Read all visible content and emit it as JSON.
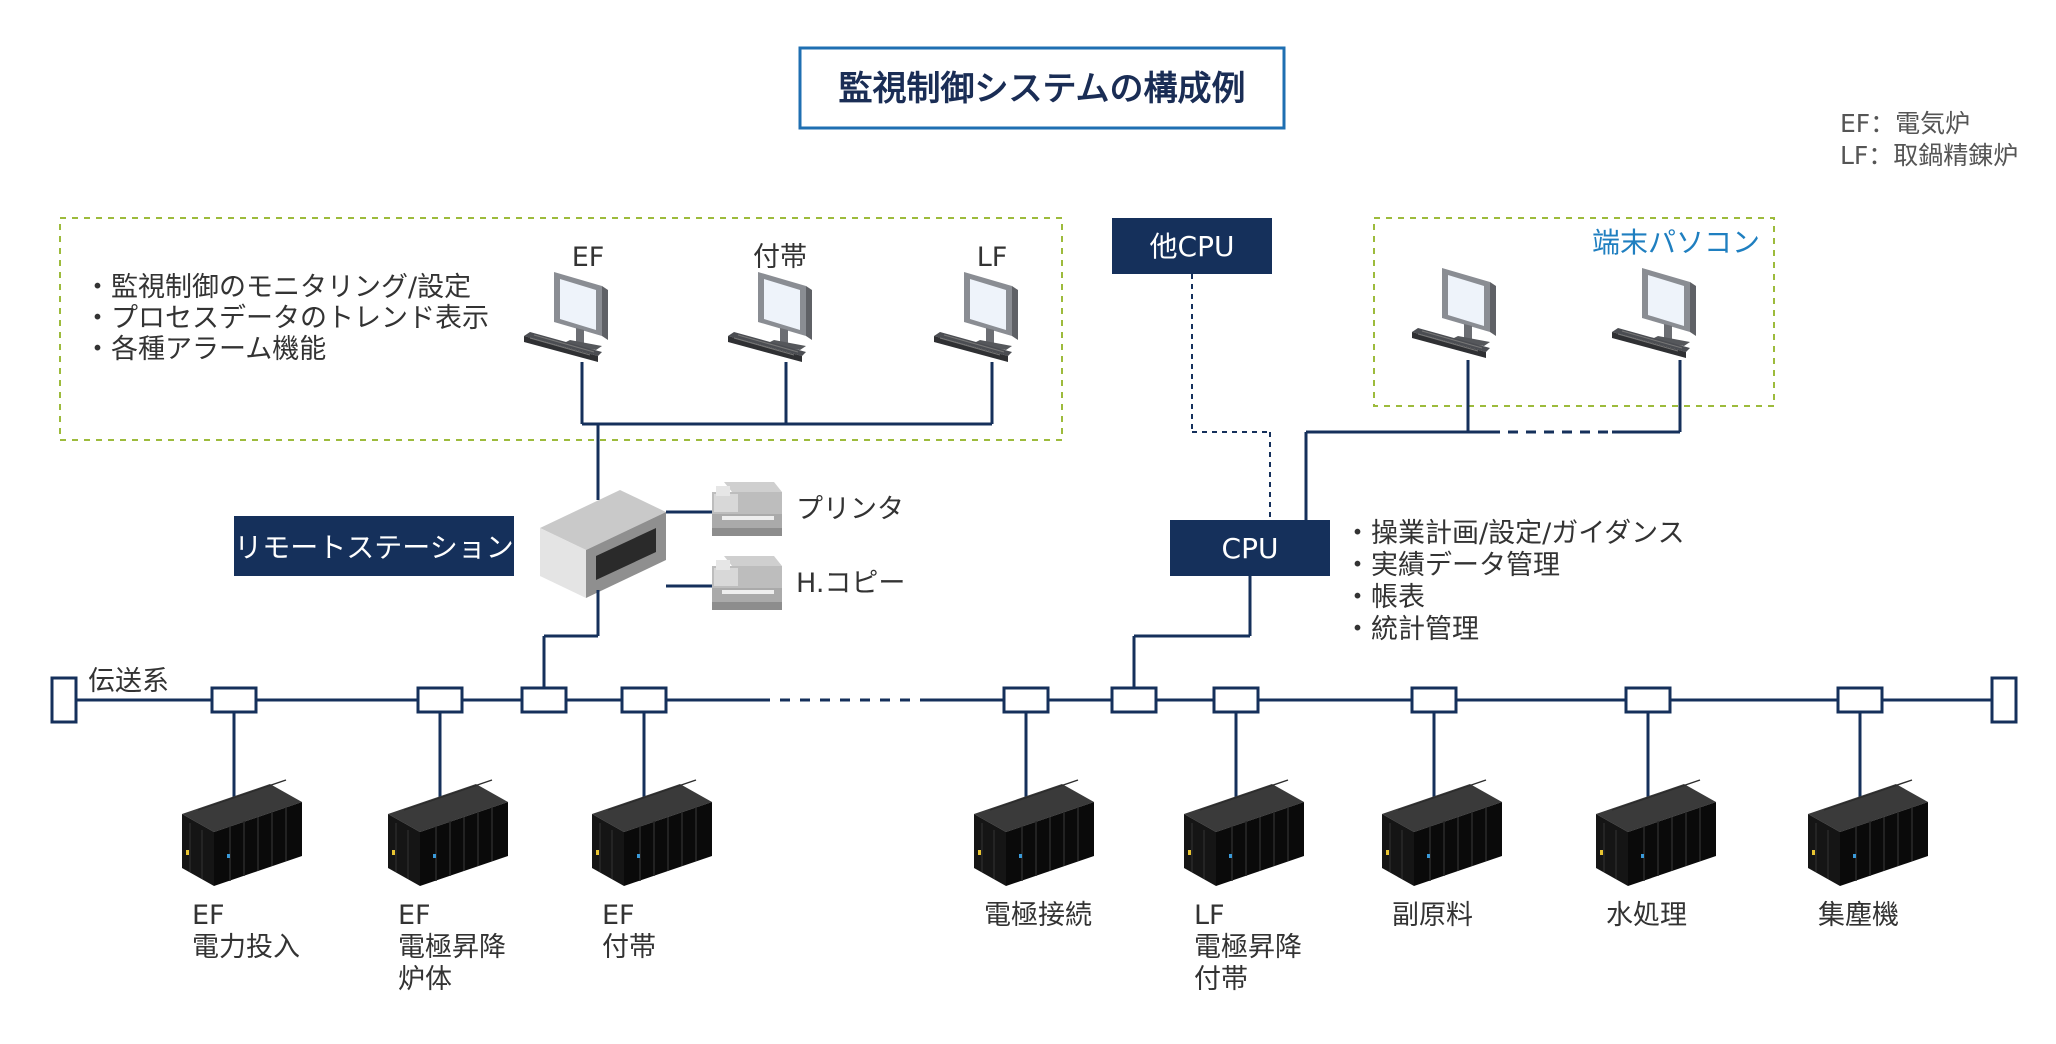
{
  "title": "監視制御システムの構成例",
  "legend": [
    "EF：電気炉",
    "LF：取鍋精錬炉"
  ],
  "monitor_features": [
    "・監視制御のモニタリング/設定",
    "・プロセスデータのトレンド表示",
    "・各種アラーム機能"
  ],
  "operator_stations": [
    "EF",
    "付帯",
    "LF"
  ],
  "remote_station": "リモートステーション",
  "peripherals": [
    "プリンタ",
    "H.コピー"
  ],
  "other_cpu": "他CPU",
  "terminal_pc": "端末パソコン",
  "cpu": "CPU",
  "cpu_features": [
    "・操業計画/設定/ガイダンス",
    "・実績データ管理",
    "・帳表",
    "・統計管理"
  ],
  "transmission": "伝送系",
  "control_units": [
    [
      "EF",
      "電力投入"
    ],
    [
      "EF",
      "電極昇降",
      "炉体"
    ],
    [
      "EF",
      "付帯"
    ],
    [
      "電極接続"
    ],
    [
      "LF",
      "電極昇降",
      "付帯"
    ],
    [
      "副原料"
    ],
    [
      "水処理"
    ],
    [
      "集塵機"
    ]
  ],
  "colors": {
    "navy": "#15305b",
    "dash_green": "#9dbb3c",
    "title_border": "#1f6fb2",
    "terminal_text": "#1f7fc0"
  },
  "icons": [
    "monitor-keyboard-icon",
    "printer-icon",
    "server-box-icon",
    "control-cabinet-icon"
  ]
}
